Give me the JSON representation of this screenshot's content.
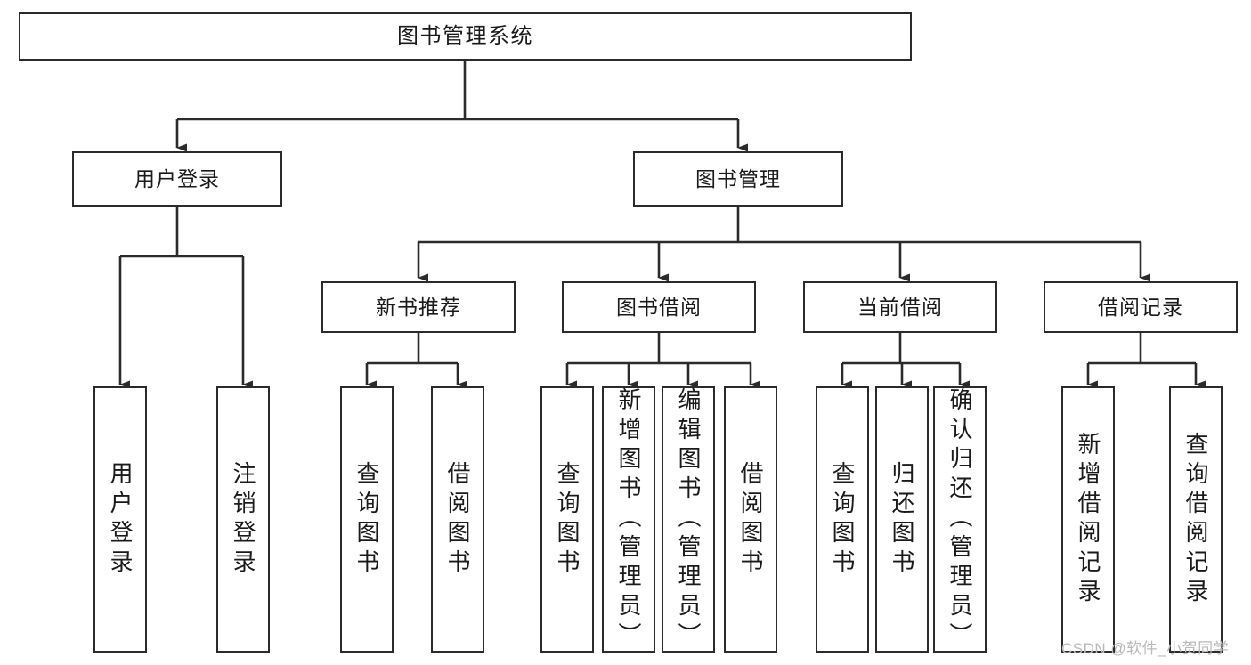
{
  "diagram": {
    "title": "图书管理系统",
    "type": "tree-hierarchy",
    "root": {
      "label": "图书管理系统"
    },
    "level1": [
      {
        "label": "用户登录"
      },
      {
        "label": "图书管理"
      }
    ],
    "level2": [
      {
        "label": "新书推荐"
      },
      {
        "label": "图书借阅"
      },
      {
        "label": "当前借阅"
      },
      {
        "label": "借阅记录"
      }
    ],
    "leaves": {
      "user_login": [
        {
          "label": "用户登录"
        },
        {
          "label": "注销登录"
        }
      ],
      "new_book_recommend": [
        {
          "label": "查询图书"
        },
        {
          "label": "借阅图书"
        }
      ],
      "book_borrow": [
        {
          "label": "查询图书"
        },
        {
          "label": "新增图书（管理员）"
        },
        {
          "label": "编辑图书（管理员）"
        },
        {
          "label": "借阅图书"
        }
      ],
      "current_borrow": [
        {
          "label": "查询图书"
        },
        {
          "label": "归还图书"
        },
        {
          "label": "确认归还（管理员）"
        }
      ],
      "borrow_records": [
        {
          "label": "新增借阅记录"
        },
        {
          "label": "查询借阅记录"
        }
      ]
    }
  },
  "watermark": {
    "text": "CSDN @软件_小贺同学"
  },
  "colors": {
    "stroke": "#2b2b2b",
    "fill": "#ffffff",
    "text": "#1a1a1a",
    "watermark": "#b9b9b9"
  }
}
